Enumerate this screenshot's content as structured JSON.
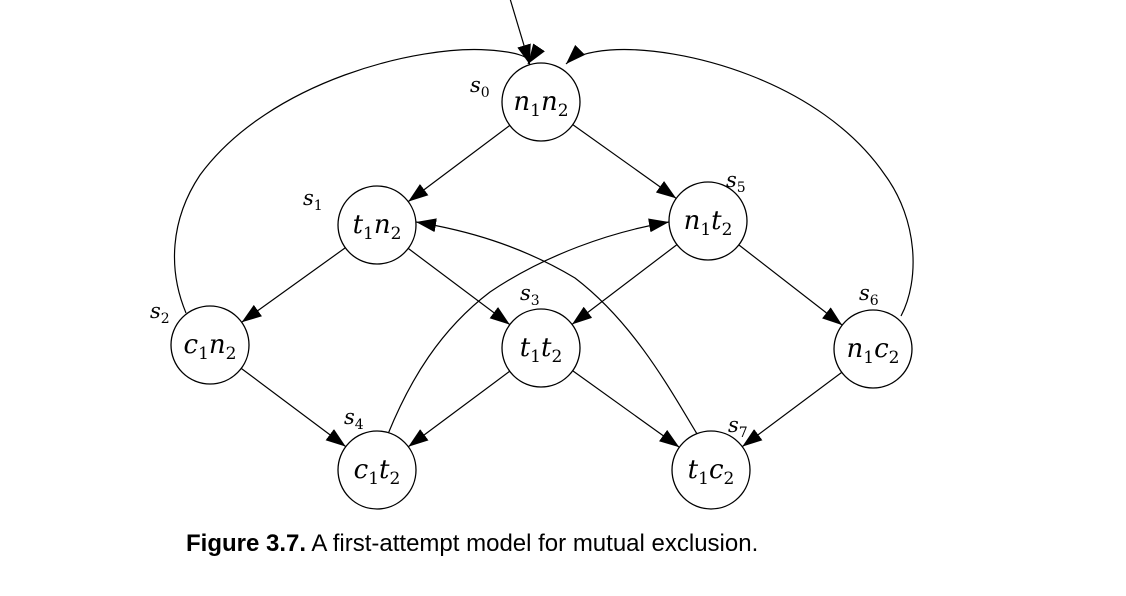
{
  "states": [
    {
      "id": "s0",
      "state_name": "s",
      "state_index": "0",
      "v1": "n",
      "i1": "1",
      "v2": "n",
      "i2": "2"
    },
    {
      "id": "s1",
      "state_name": "s",
      "state_index": "1",
      "v1": "t",
      "i1": "1",
      "v2": "n",
      "i2": "2"
    },
    {
      "id": "s2",
      "state_name": "s",
      "state_index": "2",
      "v1": "c",
      "i1": "1",
      "v2": "n",
      "i2": "2"
    },
    {
      "id": "s3",
      "state_name": "s",
      "state_index": "3",
      "v1": "t",
      "i1": "1",
      "v2": "t",
      "i2": "2"
    },
    {
      "id": "s4",
      "state_name": "s",
      "state_index": "4",
      "v1": "c",
      "i1": "1",
      "v2": "t",
      "i2": "2"
    },
    {
      "id": "s5",
      "state_name": "s",
      "state_index": "5",
      "v1": "n",
      "i1": "1",
      "v2": "t",
      "i2": "2"
    },
    {
      "id": "s6",
      "state_name": "s",
      "state_index": "6",
      "v1": "n",
      "i1": "1",
      "v2": "c",
      "i2": "2"
    },
    {
      "id": "s7",
      "state_name": "s",
      "state_index": "7",
      "v1": "t",
      "i1": "1",
      "v2": "c",
      "i2": "2"
    }
  ],
  "transitions": [
    {
      "from": "init",
      "to": "s0"
    },
    {
      "from": "s0",
      "to": "s1"
    },
    {
      "from": "s0",
      "to": "s5"
    },
    {
      "from": "s1",
      "to": "s2"
    },
    {
      "from": "s1",
      "to": "s3"
    },
    {
      "from": "s2",
      "to": "s0"
    },
    {
      "from": "s2",
      "to": "s4"
    },
    {
      "from": "s3",
      "to": "s4"
    },
    {
      "from": "s3",
      "to": "s7"
    },
    {
      "from": "s4",
      "to": "s5"
    },
    {
      "from": "s5",
      "to": "s3"
    },
    {
      "from": "s5",
      "to": "s6"
    },
    {
      "from": "s6",
      "to": "s0"
    },
    {
      "from": "s6",
      "to": "s7"
    },
    {
      "from": "s7",
      "to": "s1"
    }
  ],
  "caption": {
    "label": "Figure 3.7.",
    "text": "A first-attempt model for mutual exclusion."
  }
}
